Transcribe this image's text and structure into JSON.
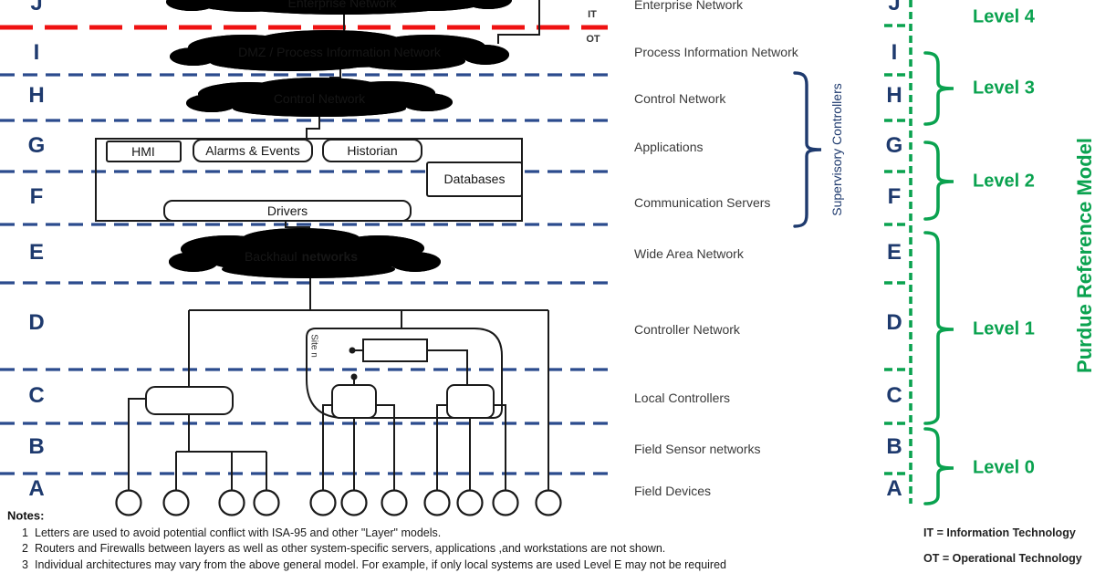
{
  "layer_letters": [
    "J",
    "I",
    "H",
    "G",
    "F",
    "E",
    "D",
    "C",
    "B",
    "A"
  ],
  "boundary": {
    "it": "IT",
    "ot": "OT"
  },
  "clouds": {
    "enterprise": "Enterprise Network",
    "dmz": "DMZ / Process Information Network",
    "control": "Control Network",
    "backhaul_normal": "Backhaul",
    "backhaul_bold": "networks"
  },
  "app_stack": {
    "hmi": "HMI",
    "alarms": "Alarms & Events",
    "historian": "Historian",
    "databases": "Databases",
    "drivers": "Drivers"
  },
  "site_label": "Site n",
  "row_labels": [
    "Enterprise Network",
    "Process Information Network",
    "Control Network",
    "Applications",
    "Communication Servers",
    "Wide Area Network",
    "Controller Network",
    "Local Controllers",
    "Field Sensor networks",
    "Field Devices"
  ],
  "supervisory_label": "Supervisory Controllers",
  "purdue_title": "Purdue Reference Model",
  "levels": [
    "Level 4",
    "Level 3",
    "Level 2",
    "Level 1",
    "Level 0"
  ],
  "legend": {
    "it": "IT = Information Technology",
    "ot": "OT = Operational Technology"
  },
  "notes": {
    "title": "Notes:",
    "items": [
      {
        "num": "1",
        "text": "Letters are used to avoid potential conflict with ISA-95 and other \"Layer\" models."
      },
      {
        "num": "2",
        "text": "Routers and Firewalls between layers as well as other system-specific servers, applications ,and workstations are not shown."
      },
      {
        "num": "3",
        "text": "Individual architectures may vary from the above general model. For example, if only local systems are used Level E may not be required"
      }
    ]
  },
  "colors": {
    "navy": "#1e3a6e",
    "dash_blue": "#2b4b8d",
    "red": "#ef1212",
    "green": "#0aa24f",
    "line": "#1a1a1a"
  }
}
